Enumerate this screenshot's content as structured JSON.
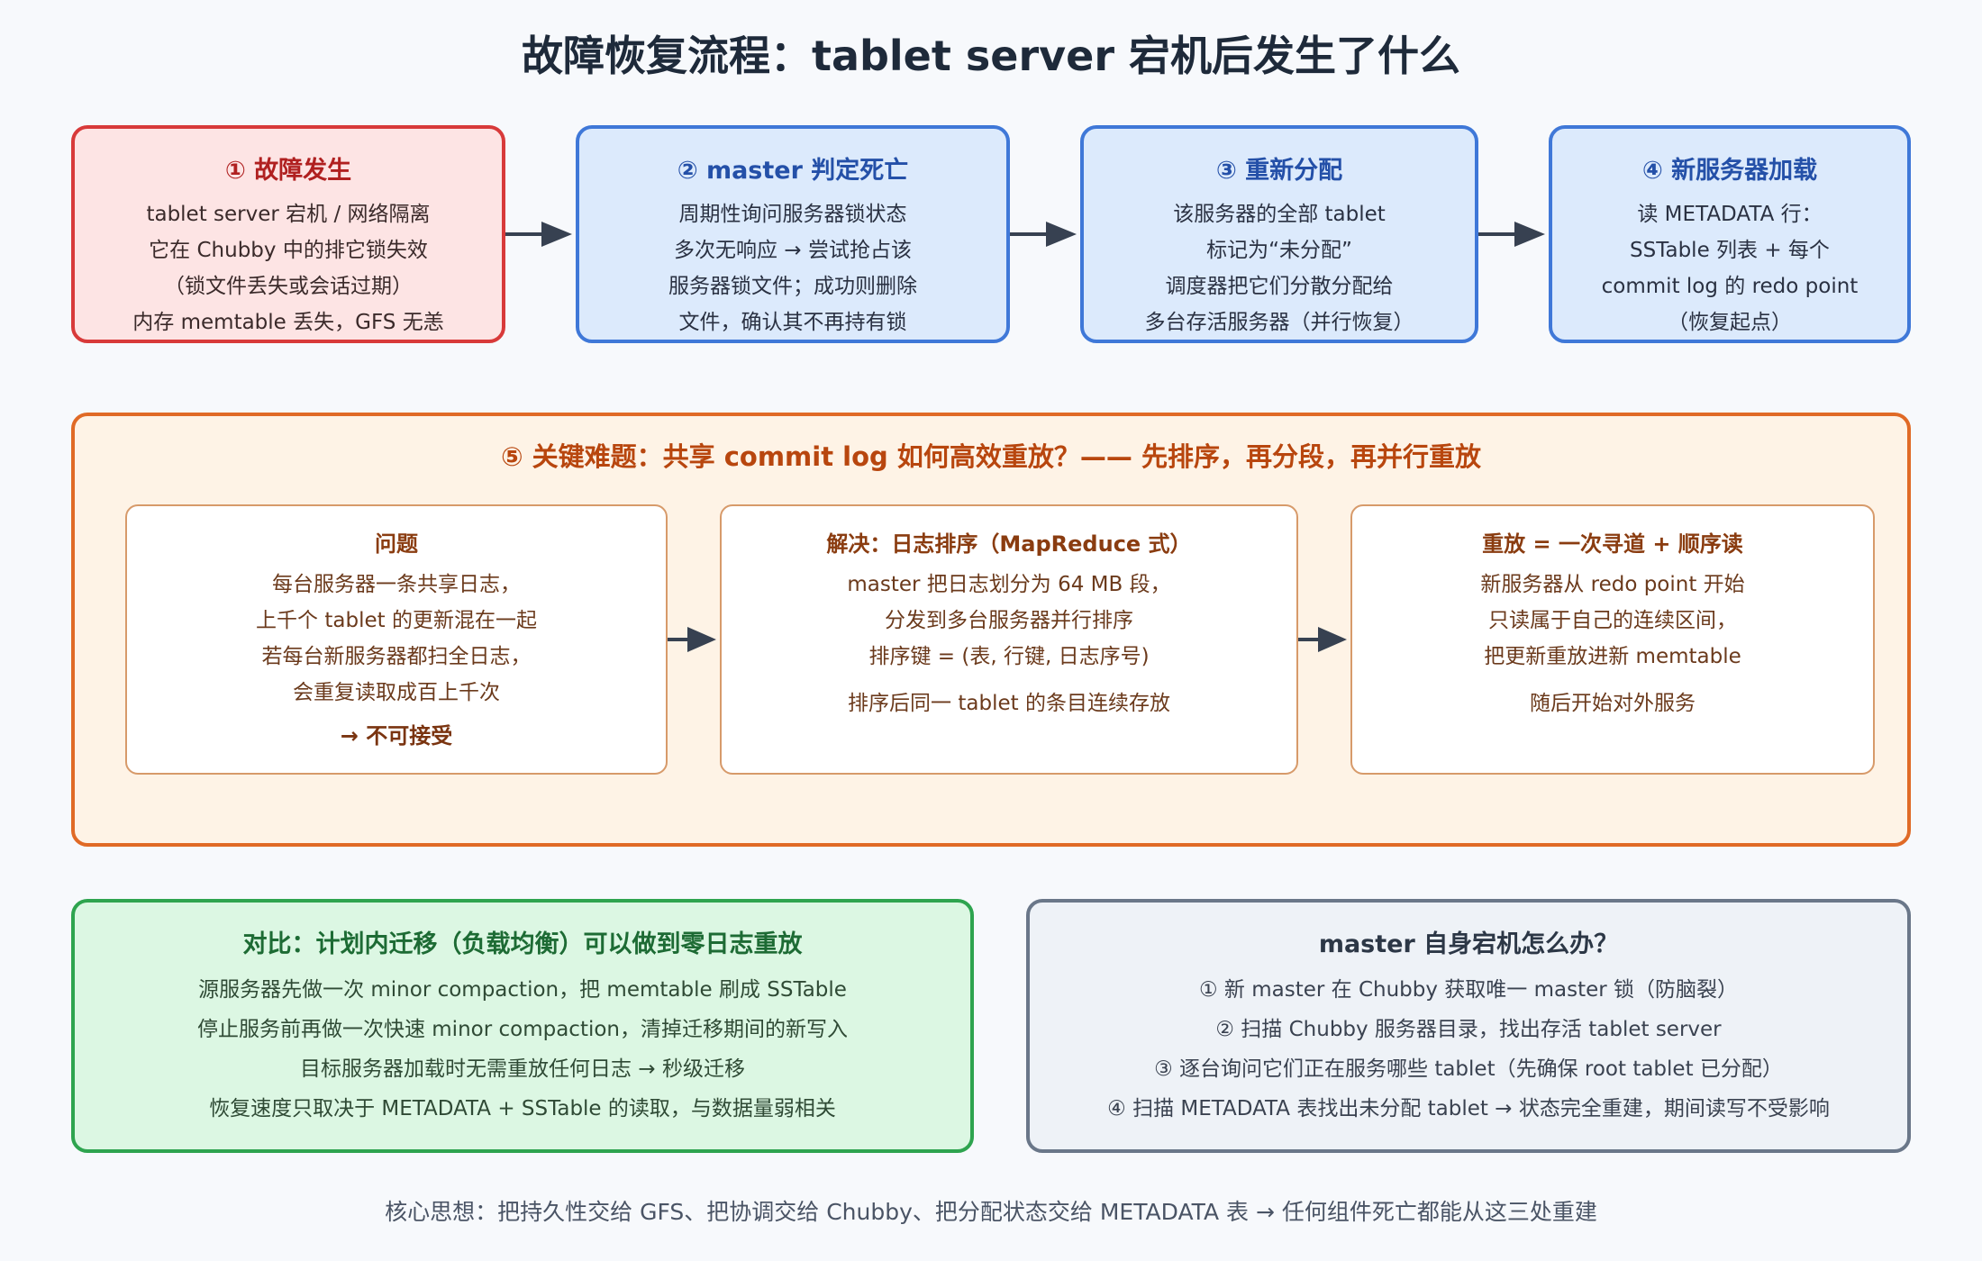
{
  "title": "故障恢复流程：tablet server 宕机后发生了什么",
  "steps": [
    {
      "title": "① 故障发生",
      "lines": [
        "tablet server 宕机 / 网络隔离",
        "它在 Chubby 中的排它锁失效",
        "（锁文件丢失或会话过期）",
        "内存 memtable 丢失，GFS 无恙"
      ]
    },
    {
      "title": "② master 判定死亡",
      "lines": [
        "周期性询问服务器锁状态",
        "多次无响应 → 尝试抢占该",
        "服务器锁文件；成功则删除",
        "文件，确认其不再持有锁"
      ]
    },
    {
      "title": "③ 重新分配",
      "lines": [
        "该服务器的全部 tablet",
        "标记为“未分配”",
        "调度器把它们分散分配给",
        "多台存活服务器（并行恢复）"
      ]
    },
    {
      "title": "④ 新服务器加载",
      "lines": [
        "读 METADATA 行：",
        "SSTable 列表 + 每个",
        "commit log 的 redo point",
        "（恢复起点）"
      ]
    }
  ],
  "key_problem": {
    "title": "⑤ 关键难题：共享 commit log 如何高效重放？—— 先排序，再分段，再并行重放",
    "problem": {
      "title": "问题",
      "lines": [
        "每台服务器一条共享日志，",
        "上千个 tablet 的更新混在一起",
        "若每台新服务器都扫全日志，",
        "会重复读取成百上千次"
      ],
      "verdict": "→ 不可接受"
    },
    "solution": {
      "title": "解决：日志排序（MapReduce 式）",
      "lines": [
        "master 把日志划分为 64 MB 段，",
        "分发到多台服务器并行排序",
        "排序键 = (表, 行键, 日志序号)"
      ],
      "extra": "排序后同一 tablet 的条目连续存放"
    },
    "replay": {
      "title": "重放 = 一次寻道 + 顺序读",
      "lines": [
        "新服务器从 redo point 开始",
        "只读属于自己的连续区间，",
        "把更新重放进新 memtable"
      ],
      "extra": "随后开始对外服务"
    }
  },
  "compare": {
    "title": "对比：计划内迁移（负载均衡）可以做到零日志重放",
    "lines": [
      "源服务器先做一次 minor compaction，把 memtable 刷成 SSTable",
      "停止服务前再做一次快速 minor compaction，清掉迁移期间的新写入",
      "目标服务器加载时无需重放任何日志 → 秒级迁移",
      "恢复速度只取决于 METADATA + SSTable 的读取，与数据量弱相关"
    ]
  },
  "master_crash": {
    "title": "master 自身宕机怎么办？",
    "lines": [
      "① 新 master 在 Chubby 获取唯一 master 锁（防脑裂）",
      "② 扫描 Chubby 服务器目录，找出存活 tablet server",
      "③ 逐台询问它们正在服务哪些 tablet（先确保 root tablet 已分配）",
      "④ 扫描 METADATA 表找出未分配 tablet → 状态完全重建，期间读写不受影响"
    ]
  },
  "footer": "核心思想：把持久性交给 GFS、把协调交给 Chubby、把分配状态交给 METADATA 表 → 任何组件死亡都能从这三处重建"
}
